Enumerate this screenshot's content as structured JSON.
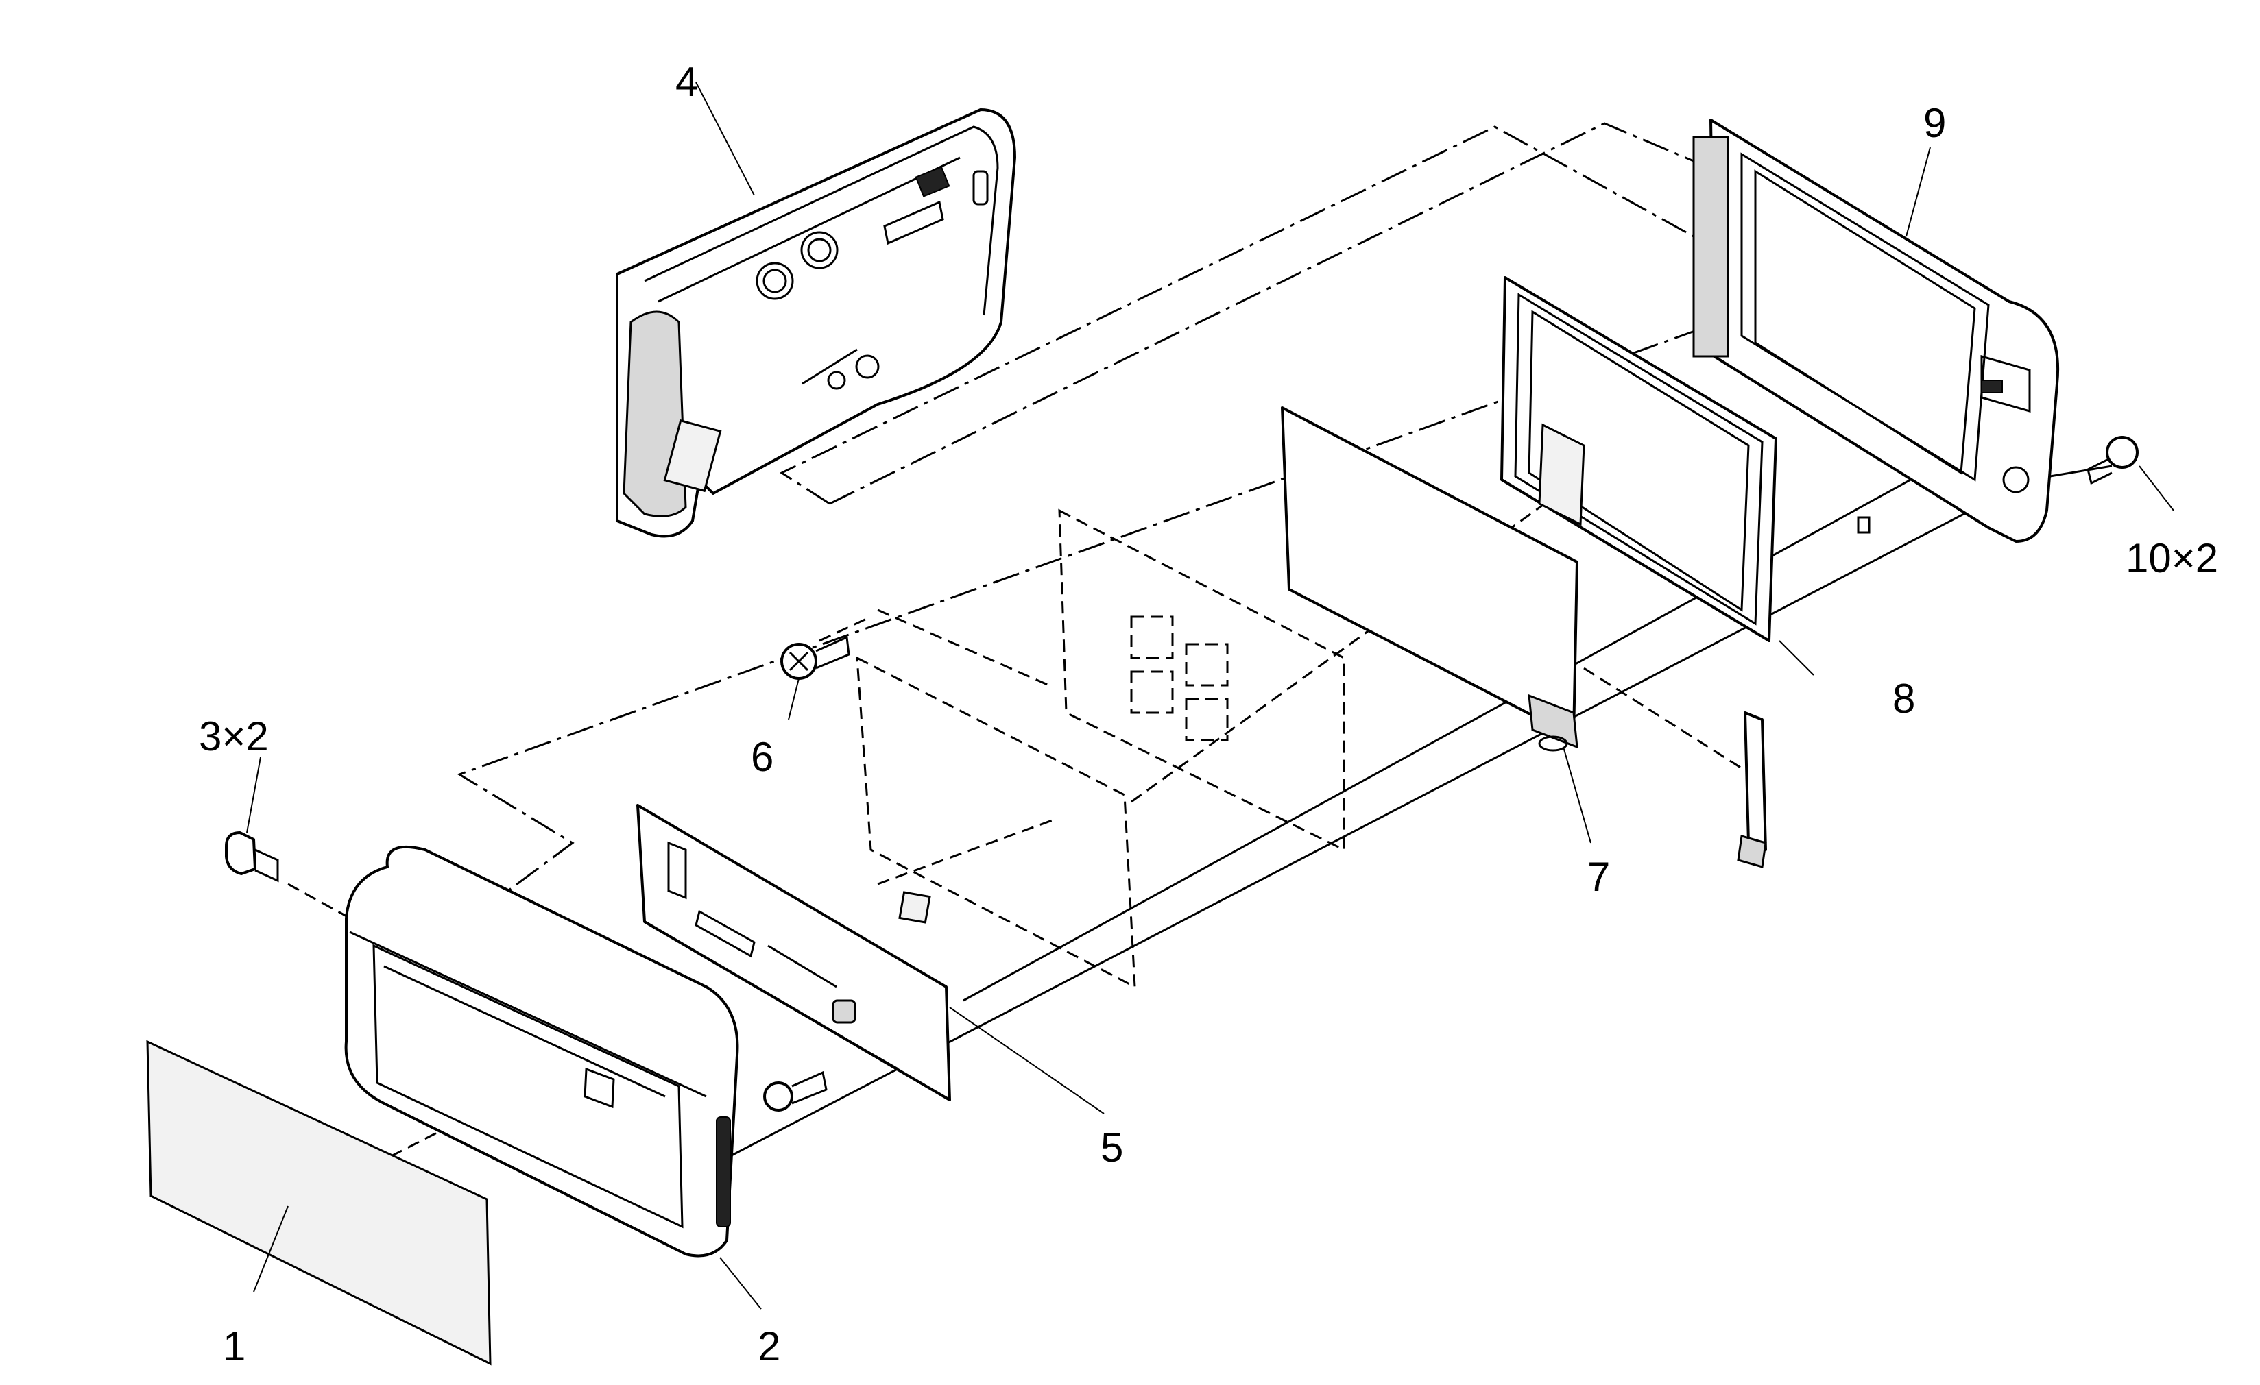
{
  "parts": [
    {
      "id": "part-1",
      "label": "1"
    },
    {
      "id": "part-2",
      "label": "2"
    },
    {
      "id": "part-3",
      "label": "3×2"
    },
    {
      "id": "part-4",
      "label": "4"
    },
    {
      "id": "part-5",
      "label": "5"
    },
    {
      "id": "part-6",
      "label": "6"
    },
    {
      "id": "part-7",
      "label": "7"
    },
    {
      "id": "part-8",
      "label": "8"
    },
    {
      "id": "part-9",
      "label": "9"
    },
    {
      "id": "part-10",
      "label": "10×2"
    }
  ]
}
